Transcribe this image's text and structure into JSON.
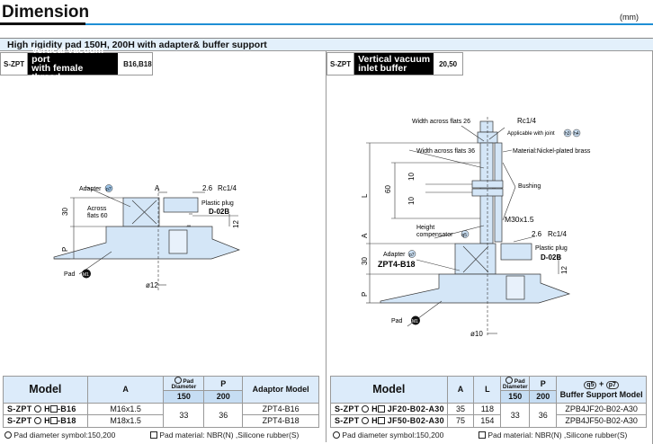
{
  "header": {
    "title": "Dimension",
    "unit": "(mm)"
  },
  "subtitle": "High rigidity pad 150H, 200H with adapter& buffer support",
  "left": {
    "tag": {
      "series": "S-ZPT",
      "type_line1": "Vertical vacuum port",
      "type_line2": "with female thread",
      "codes": "B16,B18"
    },
    "drawing": {
      "adapter": "Adapter",
      "adapter_ref": "p7",
      "across1": "Across",
      "across2": "flats 60",
      "dim_A": "A",
      "dim_26": "2.6",
      "rc": "Rc1/4",
      "plug": "Plastic plug",
      "plug_model": "D-02B",
      "dim_30": "30",
      "dim_12": "12",
      "dim_P": "P",
      "pad": "Pad",
      "pad_ref": "M1",
      "dia": "ø12"
    },
    "table": {
      "h_model": "Model",
      "h_a": "A",
      "h_pad": "Pad Diameter",
      "h_p": "P",
      "h_150": "150",
      "h_200": "200",
      "h_adaptor": "Adaptor Model",
      "rows": [
        {
          "m1": "S-ZPT",
          "m2": "H",
          "m3": "-B16",
          "a": "M16x1.5",
          "adaptor": "ZPT4-B16"
        },
        {
          "m1": "S-ZPT",
          "m2": "H",
          "m3": "-B18",
          "a": "M18x1.5",
          "adaptor": "ZPT4-B18"
        }
      ],
      "p150": "33",
      "p200": "36"
    },
    "notes": {
      "n1": "Pad diameter symbol:150,200",
      "n2": "Pad material: NBR(N) ,Silicone rubber(S)"
    }
  },
  "right": {
    "tag": {
      "series": "S-ZPT",
      "type_line1": "Vertical vacuum",
      "type_line2": "inlet buffer",
      "codes": "20,50"
    },
    "drawing": {
      "waf26": "Width across flats 26",
      "rc": "Rc1/4",
      "joint": "Applicable with joint",
      "j1": "h3",
      "j2": "h4",
      "waf36": "Width across flats 36",
      "material": "Material:Nickel-plated brass",
      "d10a": "10",
      "d10b": "10",
      "d60": "60",
      "dL": "L",
      "bushing": "Bushing",
      "thread": "M30x1.5",
      "height1": "Height",
      "height2": "compensator",
      "hc_ref": "q5",
      "dA": "A",
      "dim_26": "2.6",
      "rc2": "Rc1/4",
      "plug": "Plastic plug",
      "plug_model": "D-02B",
      "adapter": "Adapter",
      "adapter_ref": "p7",
      "adapter_model": "ZPT4-B18",
      "d30": "30",
      "d12": "12",
      "dP": "P",
      "pad": "Pad",
      "pad_ref": "M1",
      "dia": "ø10"
    },
    "table": {
      "h_model": "Model",
      "h_a": "A",
      "h_l": "L",
      "h_pad": "Pad Diameter",
      "h_p": "P",
      "h_150": "150",
      "h_200": "200",
      "h_ref1": "q5",
      "h_ref2": "p7",
      "h_buffer": "Buffer Support Model",
      "rows": [
        {
          "m1": "S-ZPT",
          "m2": "H",
          "m3": "JF20-B02-A30",
          "a": "35",
          "l": "118",
          "buffer": "ZPB4JF20-B02-A30"
        },
        {
          "m1": "S-ZPT",
          "m2": "H",
          "m3": "JF50-B02-A30",
          "a": "75",
          "l": "154",
          "buffer": "ZPB4JF50-B02-A30"
        }
      ],
      "p150": "33",
      "p200": "36"
    },
    "notes": {
      "n1": "Pad diameter symbol:150,200",
      "n2": "Pad material: NBR(N) ,Silicone rubber(S)"
    }
  }
}
